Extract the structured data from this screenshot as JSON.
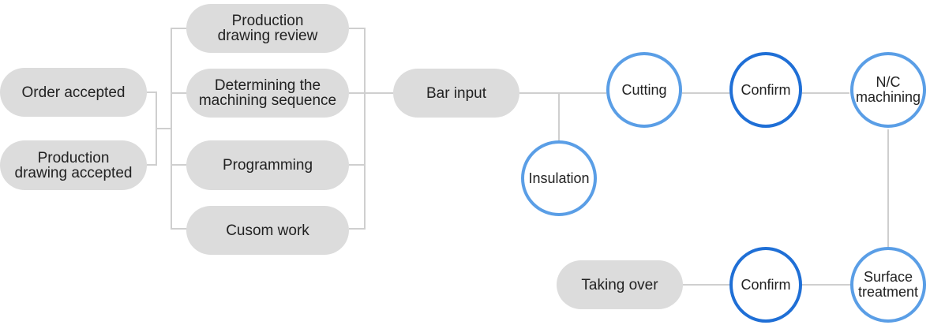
{
  "inputs": {
    "order_accepted": "Order accepted",
    "drawing_accepted_l1": "Production",
    "drawing_accepted_l2": "drawing accepted"
  },
  "planning": {
    "review_l1": "Production",
    "review_l2": "drawing review",
    "sequence_l1": "Determining the",
    "sequence_l2": "machining sequence",
    "programming": "Programming",
    "custom_work": "Cusom work"
  },
  "process": {
    "bar_input": "Bar input",
    "insulation": "Insulation",
    "cutting": "Cutting",
    "confirm_1": "Confirm",
    "nc_l1": "N/C",
    "nc_l2": "machining",
    "surface_l1": "Surface",
    "surface_l2": "treatment",
    "confirm_2": "Confirm",
    "taking_over": "Taking over"
  },
  "colors": {
    "pill_fill": "#dcdcdc",
    "connector": "#cfcfcf",
    "circle_light": "#5a9ee6",
    "circle_dark": "#1f6fd6"
  }
}
